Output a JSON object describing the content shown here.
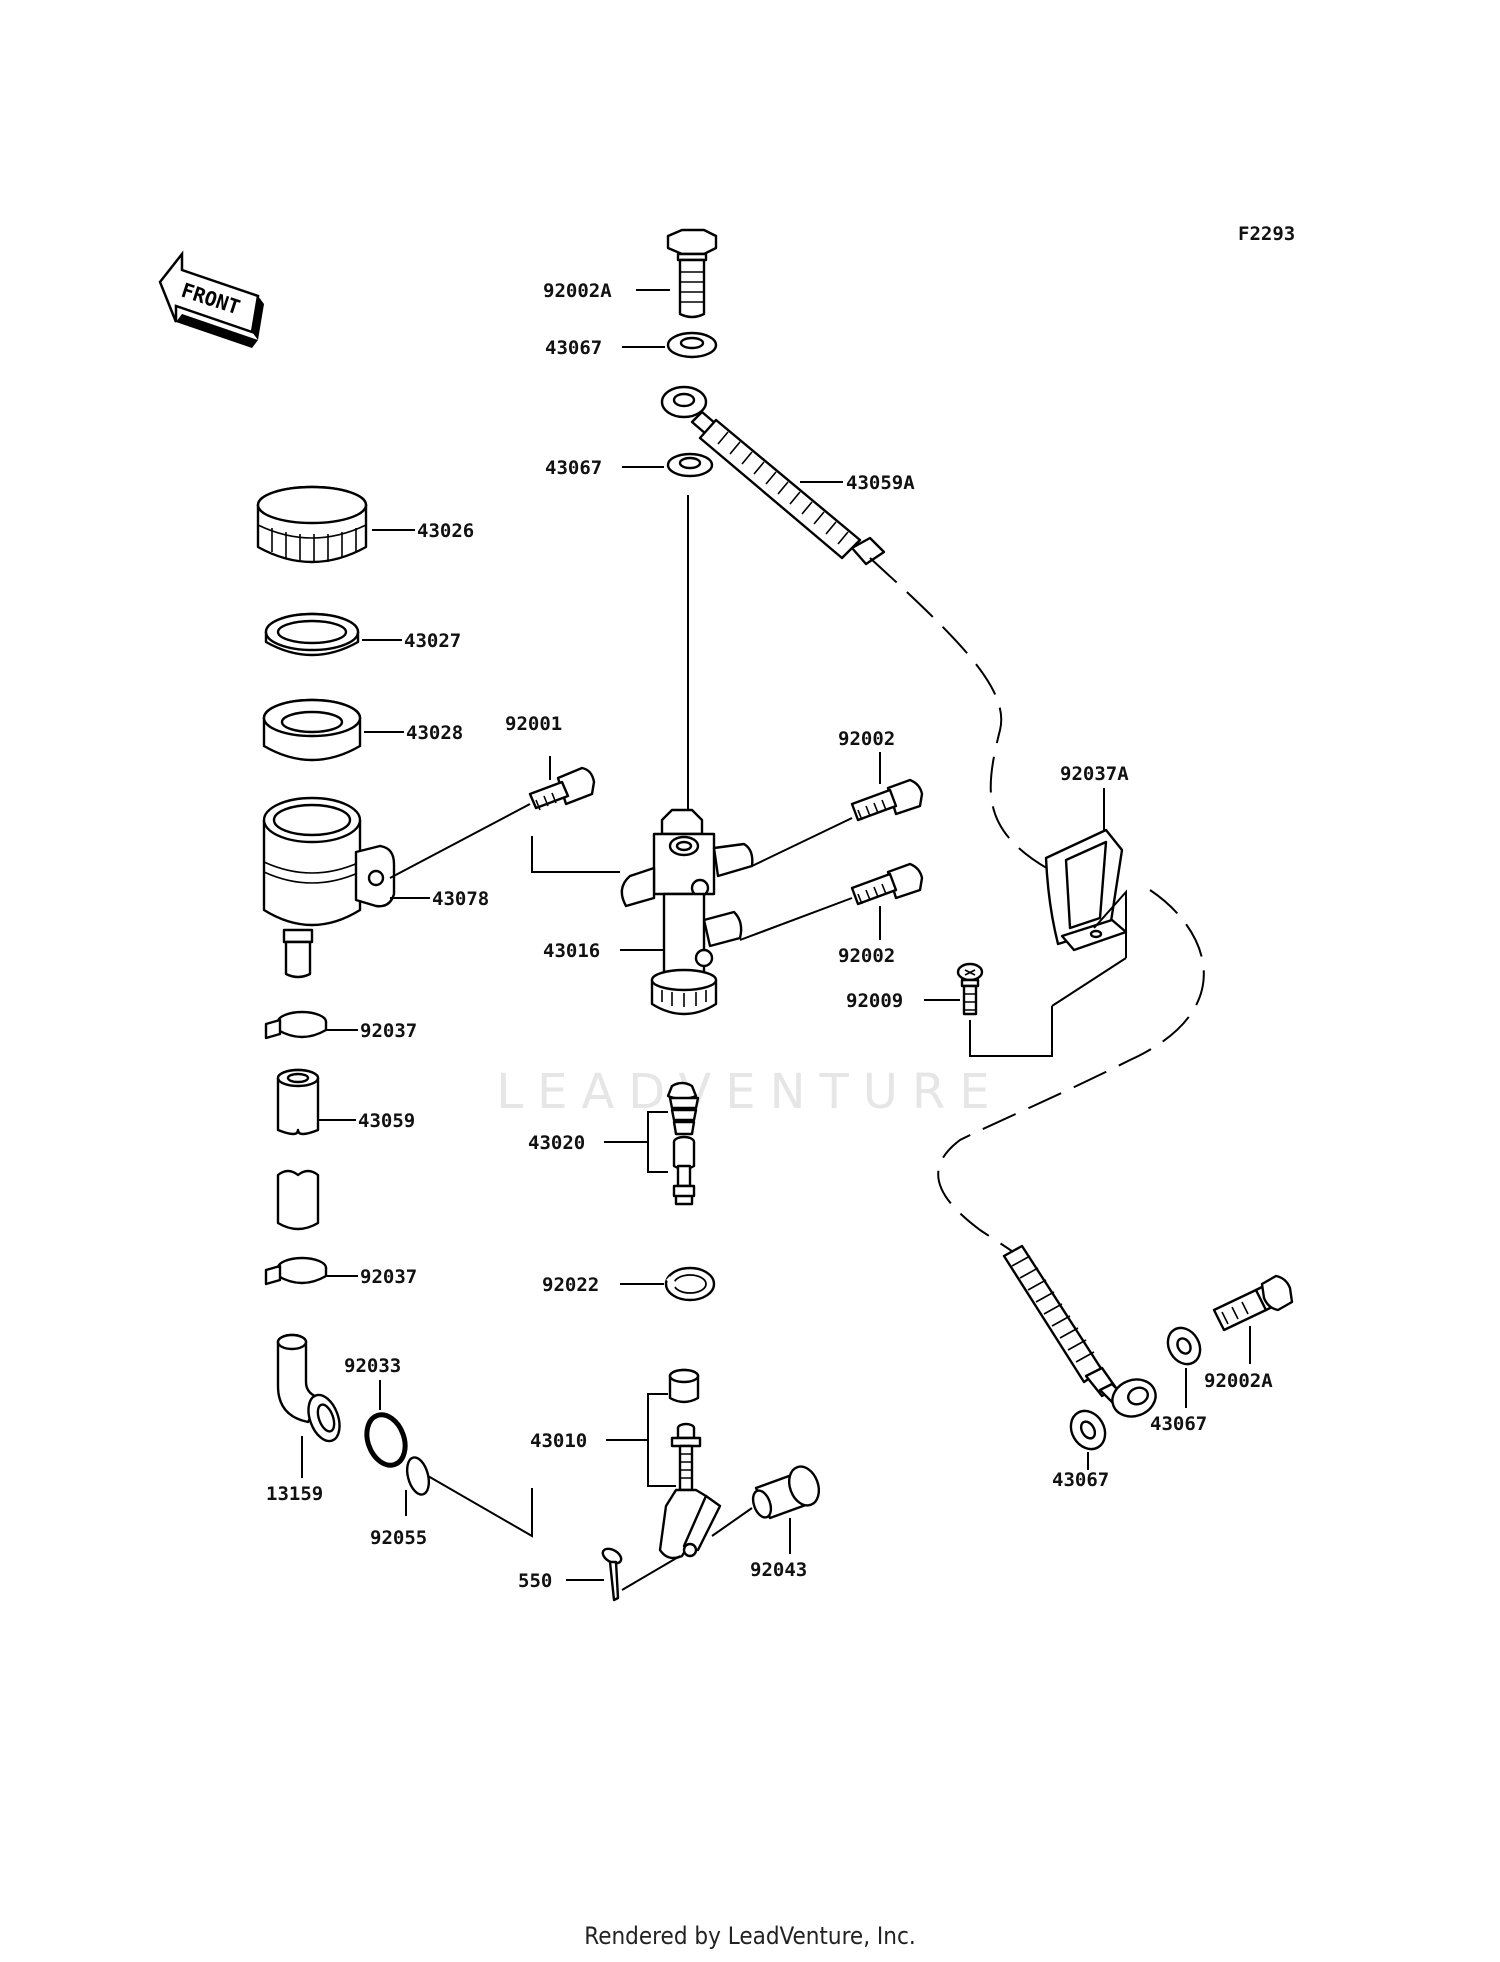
{
  "diagram_code": "F2293",
  "front_label": "FRONT",
  "watermark": "LEADVENTURE",
  "footer": "Rendered by LeadVenture, Inc.",
  "labels": {
    "p_92002A_top": "92002A",
    "p_43067_a": "43067",
    "p_43067_b": "43067",
    "p_43059A": "43059A",
    "p_43026": "43026",
    "p_43027": "43027",
    "p_43028": "43028",
    "p_92001": "92001",
    "p_92002_a": "92002",
    "p_92037A": "92037A",
    "p_43078": "43078",
    "p_43016": "43016",
    "p_92002_b": "92002",
    "p_92009": "92009",
    "p_92037_a": "92037",
    "p_43059": "43059",
    "p_43020": "43020",
    "p_92037_b": "92037",
    "p_92022": "92022",
    "p_92033": "92033",
    "p_13159": "13159",
    "p_43010": "43010",
    "p_92055": "92055",
    "p_550": "550",
    "p_92043": "92043",
    "p_92002A_right": "92002A",
    "p_43067_c": "43067",
    "p_43067_d": "43067"
  }
}
